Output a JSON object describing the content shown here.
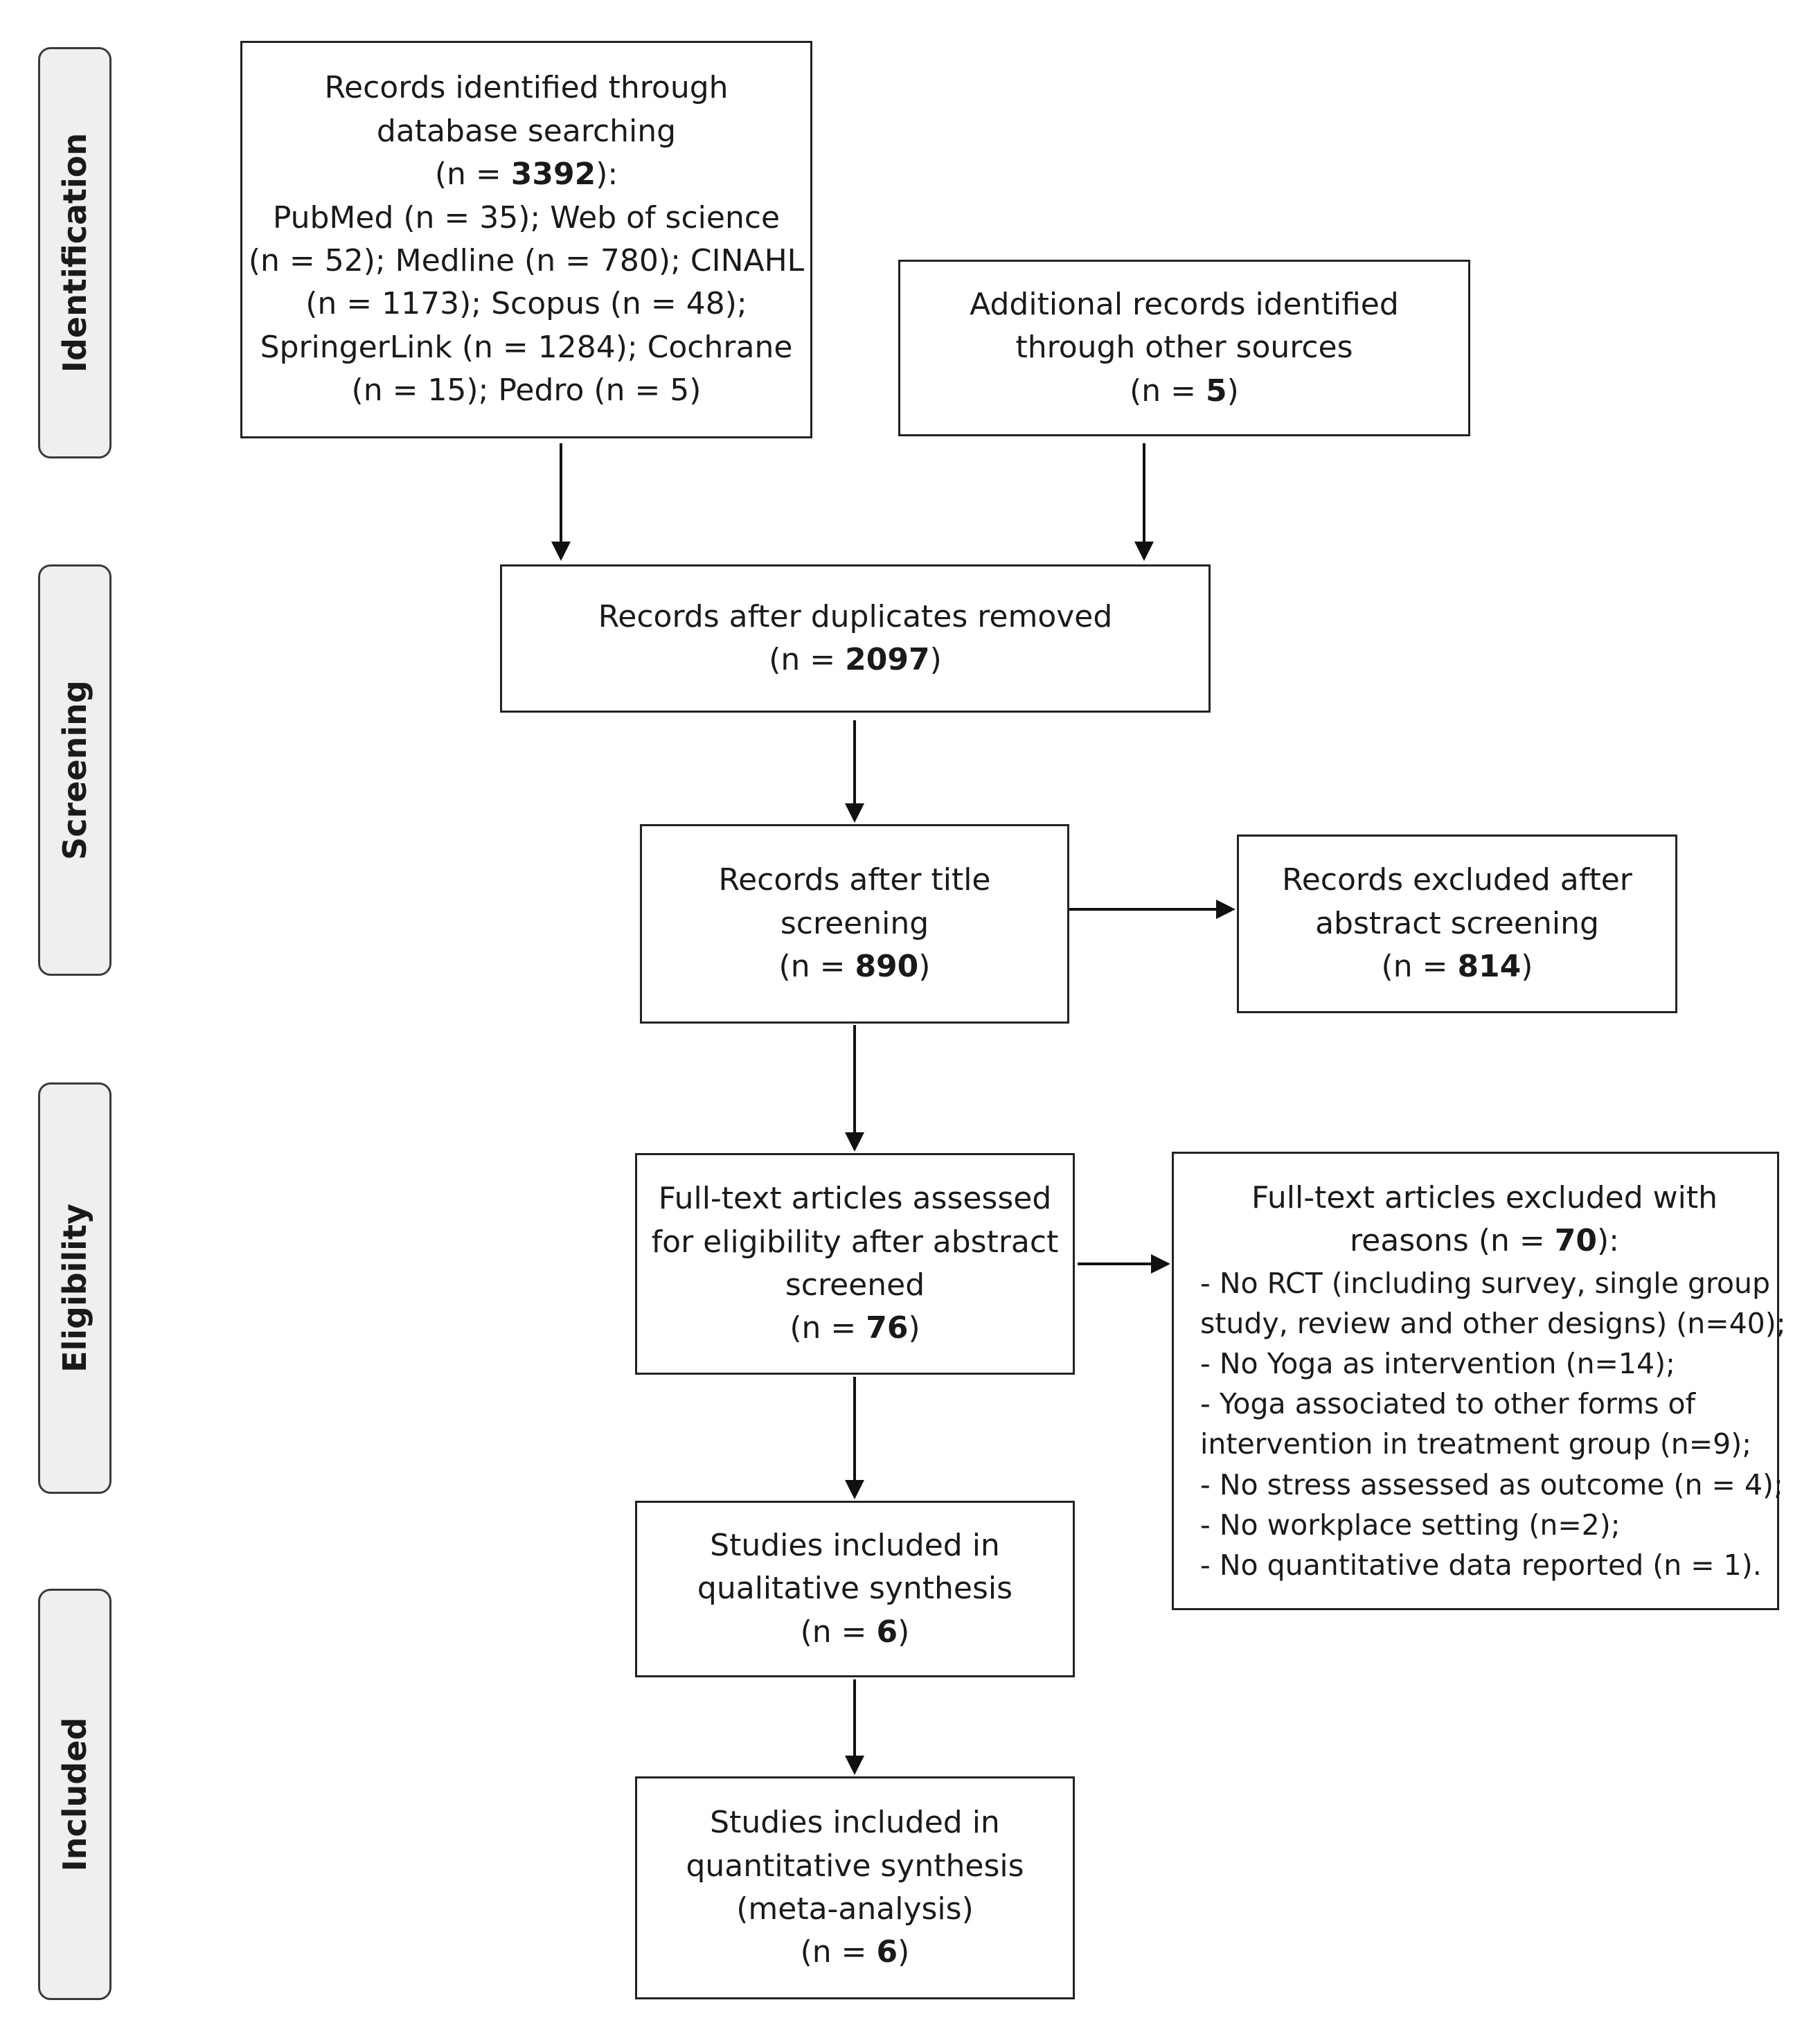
{
  "phases": [
    "Identification",
    "Screening",
    "Eligibility",
    "Included"
  ],
  "boxes": {
    "db": {
      "l1": "Records identified through",
      "l2": "database searching",
      "n_pre": "(n = ",
      "n_val": "3392",
      "n_post": "):",
      "l4": "PubMed (n = 35); Web of science",
      "l5": "(n = 52); Medline (n = 780); CINAHL",
      "l6": "(n = 1173); Scopus (n = 48);",
      "l7": "SpringerLink (n = 1284); Cochrane",
      "l8": "(n = 15); Pedro (n = 5)"
    },
    "other": {
      "l1": "Additional records identified",
      "l2": "through other sources",
      "n_pre": "(n = ",
      "n_val": "5",
      "n_post": ")"
    },
    "dup": {
      "l1": "Records after duplicates removed",
      "n_pre": "(n = ",
      "n_val": "2097",
      "n_post": ")"
    },
    "title": {
      "l1": "Records after title",
      "l2": "screening",
      "n_pre": "(n = ",
      "n_val": "890",
      "n_post": ")"
    },
    "abs_excl": {
      "l1": "Records excluded after",
      "l2": "abstract screening",
      "n_pre": "(n = ",
      "n_val": "814",
      "n_post": ")"
    },
    "fulltext": {
      "l1": "Full-text articles assessed",
      "l2": "for eligibility after abstract",
      "l3": "screened",
      "n_pre": "(n = ",
      "n_val": "76",
      "n_post": ")"
    },
    "ft_excl": {
      "l1": "Full-text articles excluded with",
      "l2_pre": "reasons (n = ",
      "n_val": "70",
      "l2_post": "):",
      "reasons": [
        "- No RCT (including survey, single group",
        "study, review and other designs) (n=40);",
        "- No Yoga as intervention (n=14);",
        "- Yoga associated to other forms of",
        "intervention in treatment group (n=9);",
        "- No stress assessed as outcome (n = 4);",
        "- No workplace setting (n=2);",
        "- No quantitative data reported (n = 1)."
      ]
    },
    "qual": {
      "l1": "Studies included in",
      "l2": "qualitative synthesis",
      "n_pre": "(n = ",
      "n_val": "6",
      "n_post": ")"
    },
    "quant": {
      "l1": "Studies included in",
      "l2": "quantitative synthesis",
      "l3": "(meta-analysis)",
      "n_pre": "(n = ",
      "n_val": "6",
      "n_post": ")"
    }
  }
}
